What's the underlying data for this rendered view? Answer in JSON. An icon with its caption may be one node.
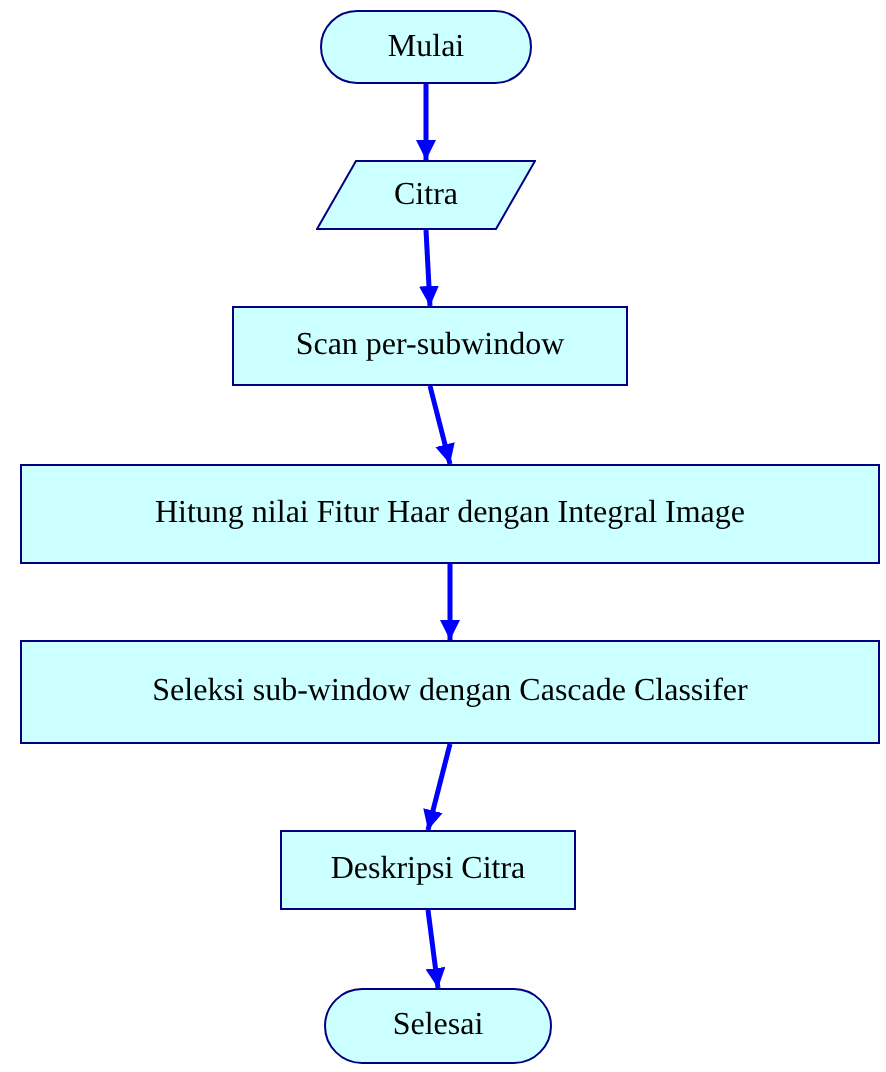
{
  "diagram": {
    "nodes": [
      {
        "text": [
          "Mulai"
        ]
      },
      {
        "text": [
          "Citra"
        ]
      },
      {
        "text": [
          "Scan per-subwindow"
        ]
      },
      {
        "text": [
          "Hitung nilai Fitur Haar dengan Integral Image"
        ]
      },
      {
        "text": [
          "Seleksi sub-window dengan Cascade Classifer"
        ]
      },
      {
        "text": [
          "Deskripsi Citra"
        ]
      },
      {
        "text": [
          "Selesai"
        ]
      }
    ],
    "edges": [
      {
        "from": 0,
        "to": 1,
        "arrow": "to"
      },
      {
        "from": 1,
        "to": 2,
        "arrow": "to"
      },
      {
        "from": 2,
        "to": 3,
        "arrow": "to"
      },
      {
        "from": 3,
        "to": 4,
        "arrow": "to"
      },
      {
        "from": 4,
        "to": 5,
        "arrow": "to"
      },
      {
        "from": 5,
        "to": 6,
        "arrow": "to"
      }
    ]
  }
}
